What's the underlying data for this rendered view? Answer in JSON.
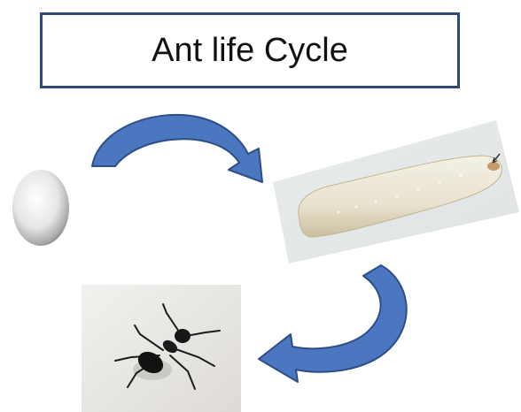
{
  "title": "Ant life Cycle",
  "stages": [
    {
      "id": "egg",
      "icon": "ant-egg-photo"
    },
    {
      "id": "larva",
      "icon": "ant-larva-photo"
    },
    {
      "id": "adult",
      "icon": "adult-ant-photo"
    }
  ],
  "colors": {
    "title_border": "#2f4a7a",
    "arrow_fill": "#4a77c0",
    "arrow_stroke": "#2d4e86"
  }
}
